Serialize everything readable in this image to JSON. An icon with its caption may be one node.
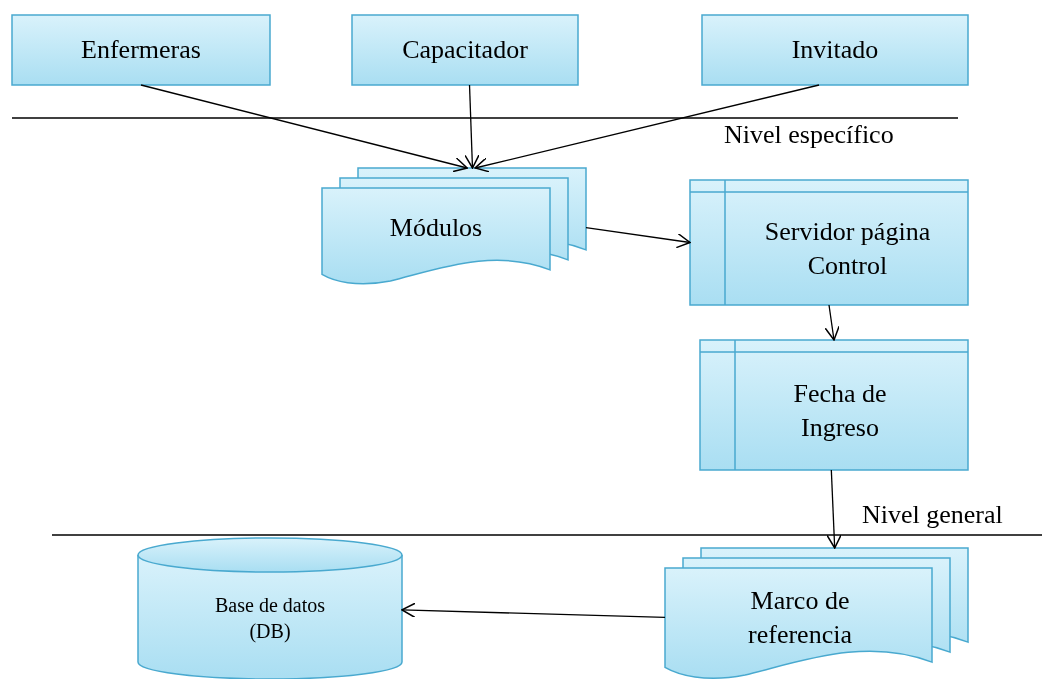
{
  "diagram": {
    "nodes": [
      {
        "text": [
          "Enfermeras"
        ]
      },
      {
        "text": [
          "Capacitador"
        ]
      },
      {
        "text": [
          "Invitado"
        ]
      },
      {
        "text": [
          "Módulos"
        ]
      },
      {
        "text": [
          "Servidor página Control"
        ]
      },
      {
        "text": [
          "Fecha de Ingreso"
        ]
      },
      {
        "text": [
          "Marco de referencia"
        ]
      },
      {
        "text": [
          "Base de datos (DB)"
        ]
      }
    ],
    "edges": [
      {
        "from": 0,
        "to": 3,
        "arrow": "to"
      },
      {
        "from": 1,
        "to": 3,
        "arrow": "to"
      },
      {
        "from": 2,
        "to": 3,
        "arrow": "to"
      },
      {
        "from": 3,
        "to": 4,
        "arrow": "to"
      },
      {
        "from": 4,
        "to": 5,
        "arrow": "to"
      },
      {
        "from": 5,
        "to": 6,
        "arrow": "to"
      },
      {
        "from": 6,
        "to": 7,
        "arrow": "to"
      }
    ],
    "labels": [
      "Nivel específico",
      "Nivel general"
    ]
  }
}
